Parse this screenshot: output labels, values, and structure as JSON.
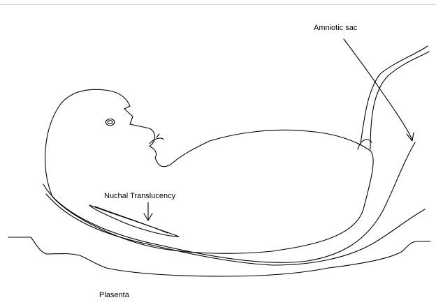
{
  "labels": {
    "amniotic_sac": "Amniotic sac",
    "nuchal_translucency": "Nuchal Translucency",
    "placenta": "Plasenta"
  },
  "colors": {
    "line": "#000000",
    "background": "#ffffff",
    "top_rule": "#dcdcdc"
  }
}
